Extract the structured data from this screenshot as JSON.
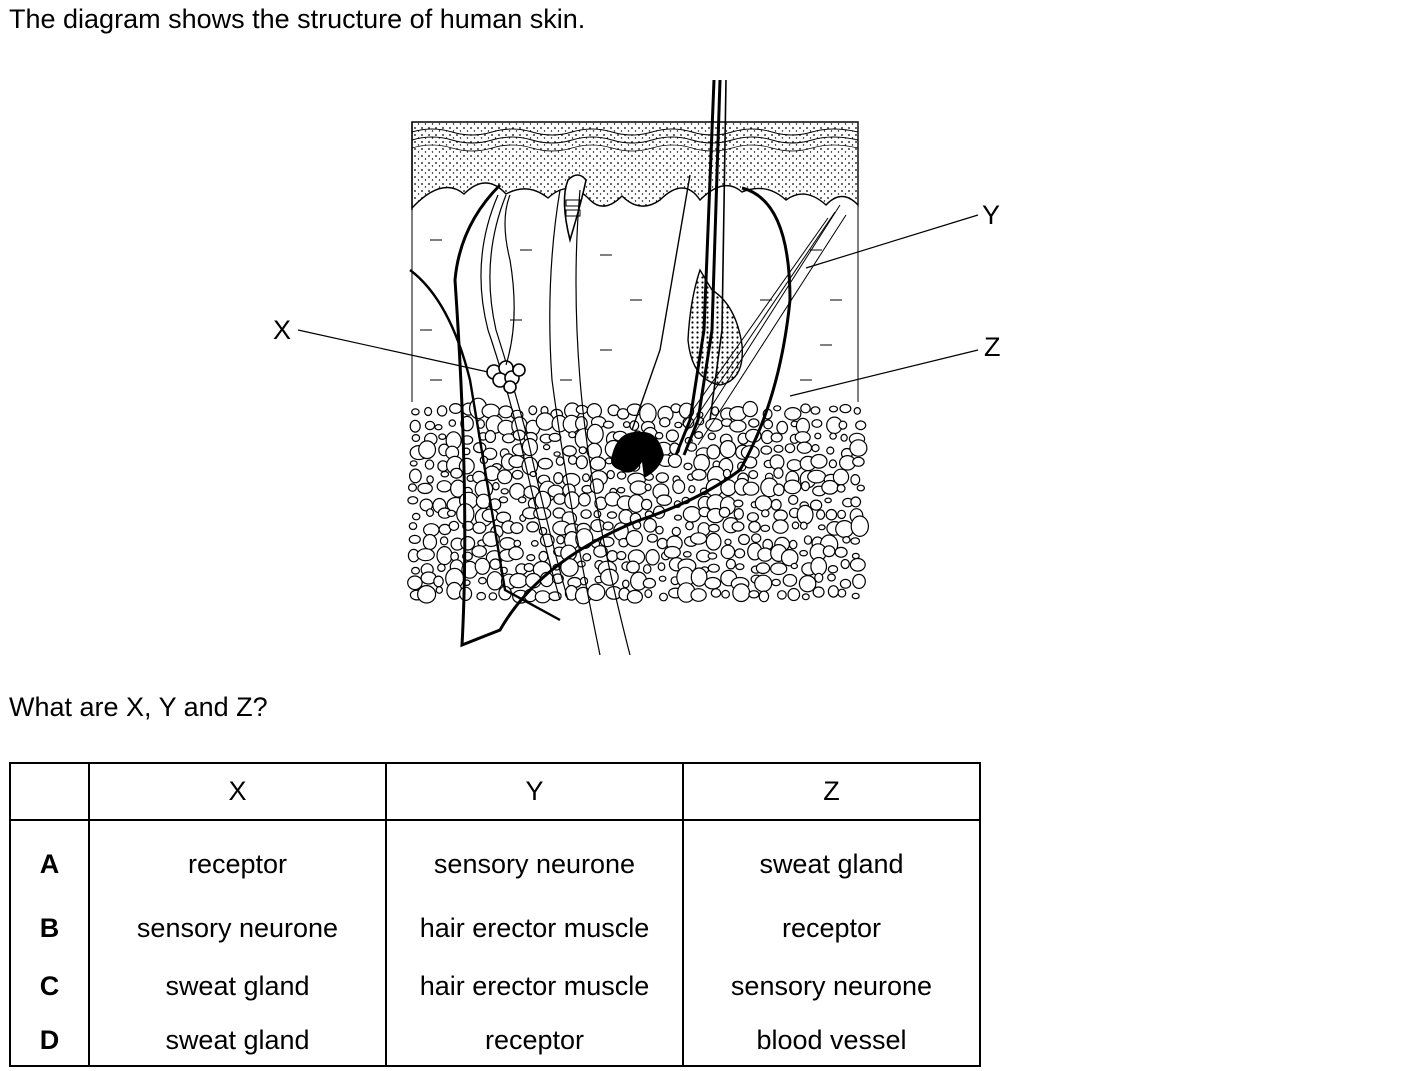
{
  "intro_text": "The diagram shows the structure of human skin.",
  "diagram": {
    "labels": {
      "x": "X",
      "y": "Y",
      "z": "Z"
    }
  },
  "question_text": "What are X, Y and Z?",
  "table": {
    "headers": [
      "",
      "X",
      "Y",
      "Z"
    ],
    "rows": [
      {
        "key": "A",
        "x": "receptor",
        "y": "sensory neurone",
        "z": "sweat gland"
      },
      {
        "key": "B",
        "x": "sensory neurone",
        "y": "hair erector muscle",
        "z": "receptor"
      },
      {
        "key": "C",
        "x": "sweat gland",
        "y": "hair erector muscle",
        "z": "sensory neurone"
      },
      {
        "key": "D",
        "x": "sweat gland",
        "y": "receptor",
        "z": "blood vessel"
      }
    ]
  }
}
